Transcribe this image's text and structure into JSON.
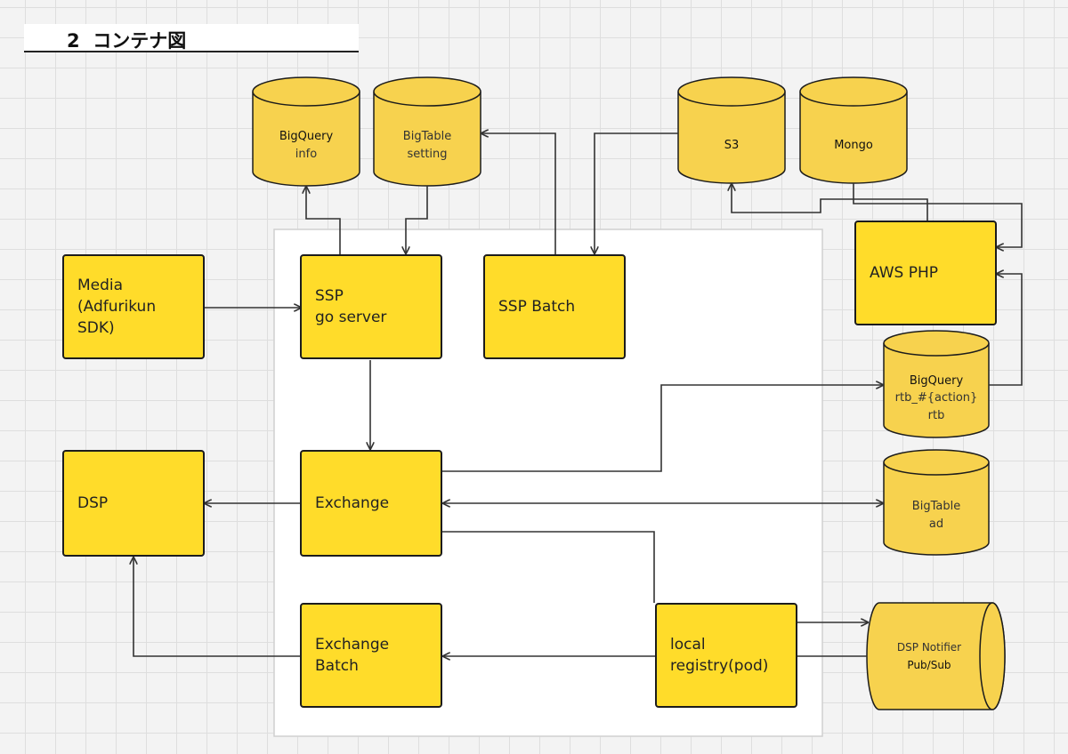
{
  "title": "2  コンテナ図",
  "colors": {
    "box_fill": "#ffdc2a",
    "db_fill": "#f7d24e",
    "stroke": "#1c1c1c",
    "line": "#333333",
    "canvas": "#f3f3f3",
    "grid": "#dedede",
    "container_fill": "#ffffff"
  },
  "boxes": {
    "media": "Media\n(Adfurikun\nSDK)",
    "ssp_server": "SSP\ngo server",
    "ssp_batch": "SSP Batch",
    "aws_php": "AWS PHP",
    "dsp": "DSP",
    "exchange": "Exchange",
    "exchange_batch": "Exchange\nBatch",
    "local_registry": "local\nregistry(pod)"
  },
  "databases": {
    "bigquery_info": {
      "line1": "BigQuery",
      "line2": "info"
    },
    "bigtable_setting": {
      "line1": "BigTable",
      "line2": "setting"
    },
    "s3": {
      "line1": "S3"
    },
    "mongo": {
      "line1": "Mongo"
    },
    "bigquery_rtb": {
      "line1": "BigQuery",
      "line2": "rtb_#{action}",
      "line3": "rtb"
    },
    "bigtable_ad": {
      "line1": "BigTable",
      "line2": "ad"
    },
    "dsp_notifier": {
      "line1": "DSP Notifier",
      "line2": "Pub/Sub"
    }
  }
}
